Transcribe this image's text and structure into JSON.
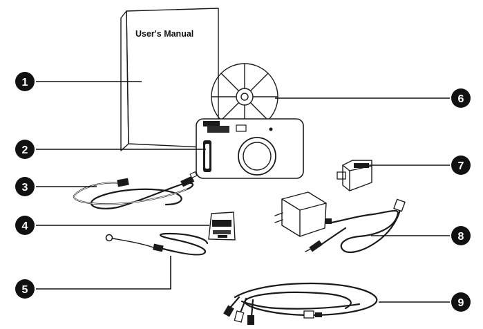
{
  "manual": {
    "title": "User's Manual"
  },
  "callouts": [
    {
      "number": "1",
      "item": "users-manual"
    },
    {
      "number": "2",
      "item": "digital-camera"
    },
    {
      "number": "3",
      "item": "usb-cable"
    },
    {
      "number": "4",
      "item": "memory-card"
    },
    {
      "number": "5",
      "item": "wrist-strap"
    },
    {
      "number": "6",
      "item": "cd-rom"
    },
    {
      "number": "7",
      "item": "battery"
    },
    {
      "number": "8",
      "item": "ac-adapter"
    },
    {
      "number": "9",
      "item": "av-cable"
    }
  ],
  "colors": {
    "ink": "#1a1a1a",
    "badge_fill": "#111111",
    "paper": "#ffffff"
  }
}
